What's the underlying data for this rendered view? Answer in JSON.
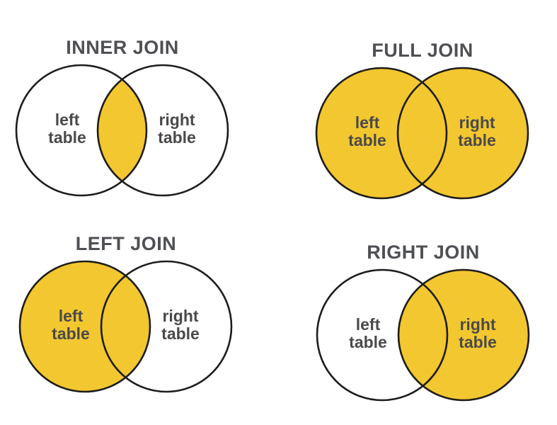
{
  "page": {
    "background": "#ffffff",
    "description": "SQL join types illustrated as Venn diagrams"
  },
  "colors": {
    "highlight": "#F3C72F",
    "empty": "#FFFFFF",
    "circle_stroke": "#1D1D1B",
    "title_text": "#4F5054",
    "label_text": "#4A4A4B"
  },
  "diagrams": [
    {
      "title": "INNER JOIN",
      "labels": {
        "left": [
          "left",
          "table"
        ],
        "right": [
          "right",
          "table"
        ]
      },
      "regions": {
        "left": "#FFFFFF",
        "right": "#FFFFFF",
        "intersection": "#F3C72F"
      },
      "highlighted": "intersection only"
    },
    {
      "title": "FULL JOIN",
      "labels": {
        "left": [
          "left",
          "table"
        ],
        "right": [
          "right",
          "table"
        ]
      },
      "regions": {
        "left": "#F3C72F",
        "right": "#F3C72F",
        "intersection": "#F3C72F"
      },
      "highlighted": "both circles and intersection"
    },
    {
      "title": "LEFT JOIN",
      "labels": {
        "left": [
          "left",
          "table"
        ],
        "right": [
          "right",
          "table"
        ]
      },
      "regions": {
        "left": "#F3C72F",
        "right": "#FFFFFF",
        "intersection": "#F3C72F"
      },
      "highlighted": "left circle and intersection"
    },
    {
      "title": "RIGHT JOIN",
      "labels": {
        "left": [
          "left",
          "table"
        ],
        "right": [
          "right",
          "table"
        ]
      },
      "regions": {
        "left": "#FFFFFF",
        "right": "#F3C72F",
        "intersection": "#F3C72F"
      },
      "highlighted": "right circle and intersection"
    }
  ]
}
